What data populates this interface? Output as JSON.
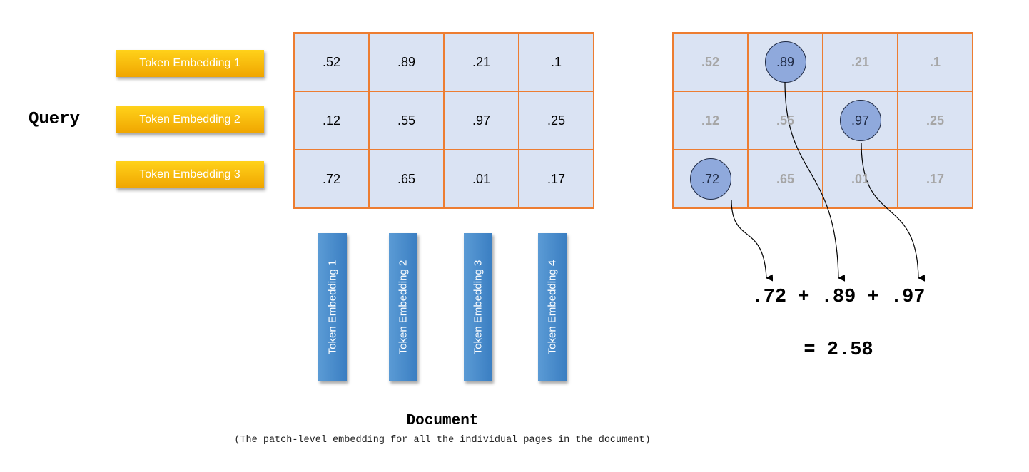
{
  "query": {
    "label": "Query",
    "tokens": [
      "Token Embedding 1",
      "Token Embedding 2",
      "Token Embedding 3"
    ]
  },
  "matrix": [
    [
      ".52",
      ".89",
      ".21",
      ".1"
    ],
    [
      ".12",
      ".55",
      ".97",
      ".25"
    ],
    [
      ".72",
      ".65",
      ".01",
      ".17"
    ]
  ],
  "highlighted": [
    [
      0,
      1
    ],
    [
      1,
      2
    ],
    [
      2,
      0
    ]
  ],
  "document": {
    "tokens": [
      "Token Embedding 1",
      "Token Embedding 2",
      "Token Embedding 3",
      "Token Embedding 4"
    ],
    "title": "Document",
    "subtitle": "(The patch-level embedding for all the individual pages in the document)"
  },
  "result": {
    "sum_expression": ".72 + .89 + .97",
    "total": "= 2.58"
  },
  "colors": {
    "cell_fill": "#dae3f3",
    "grid_border": "#ed7d31",
    "query_token": "#ffc000",
    "document_token": "#5b9bd5",
    "highlight_circle": "#8fa9dc",
    "dimmed_text": "#a6a6a6"
  }
}
